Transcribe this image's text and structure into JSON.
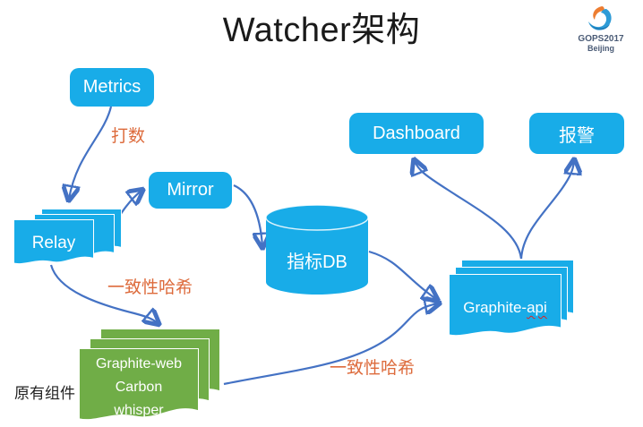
{
  "title": "Watcher架构",
  "logo": {
    "line1": "GOPS2017",
    "line2": "Beijing"
  },
  "nodes": {
    "metrics": {
      "label": "Metrics"
    },
    "mirror": {
      "label": "Mirror"
    },
    "relay": {
      "label": "Relay"
    },
    "dashboard": {
      "label": "Dashboard"
    },
    "alert": {
      "label": "报警"
    },
    "metrics_db": {
      "label": "指标DB"
    },
    "graphite_api": {
      "label_prefix": "Graphite-",
      "label_suffix": "api"
    },
    "graphite_stack": {
      "lines": [
        "Graphite-web",
        "Carbon",
        "whisper"
      ]
    }
  },
  "edges": {
    "metrics_to_relay": {
      "label": "打数"
    },
    "relay_to_graphite_stack": {
      "label": "一致性哈希"
    },
    "graphite_stack_to_api": {
      "label": "一致性哈希"
    }
  },
  "annotations": {
    "legacy_components": "原有组件"
  },
  "colors": {
    "node_blue": "#18ACE8",
    "node_green": "#70AD47",
    "arrow_blue": "#4472C4",
    "label_orange": "#DD6B3C",
    "logo_text": "#4a5b76",
    "misspell_underline": "#d22222"
  }
}
